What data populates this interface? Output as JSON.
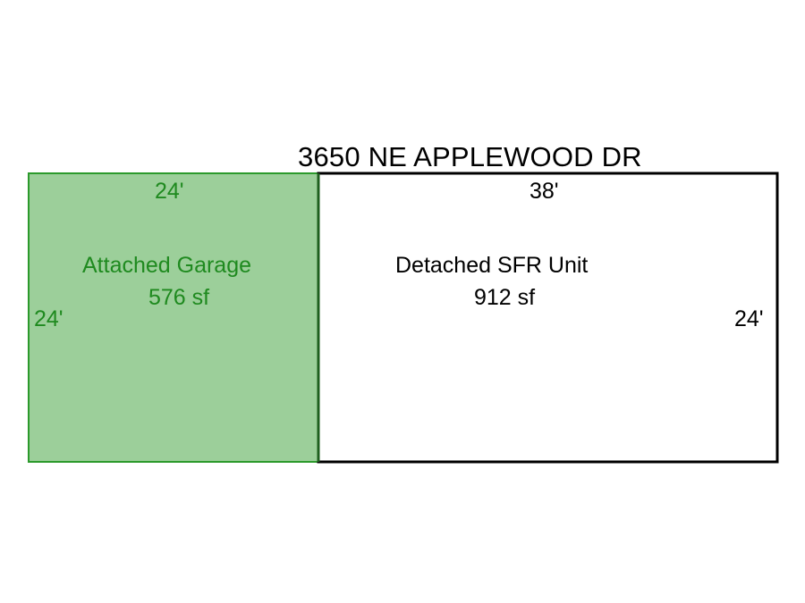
{
  "address": "3650 NE APPLEWOOD DR",
  "colors": {
    "garage_fill": "#9ccf9a",
    "garage_stroke": "#2c9a2c",
    "garage_text": "#1f8a1f",
    "house_stroke": "#000000",
    "shared_wall": "#1f5f1f"
  },
  "garage": {
    "name": "Attached Garage",
    "area": "576 sf",
    "width_label": "24'",
    "depth_label": "24'"
  },
  "house": {
    "name": "Detached SFR Unit",
    "area": "912 sf",
    "width_label": "38'",
    "depth_label": "24'"
  }
}
